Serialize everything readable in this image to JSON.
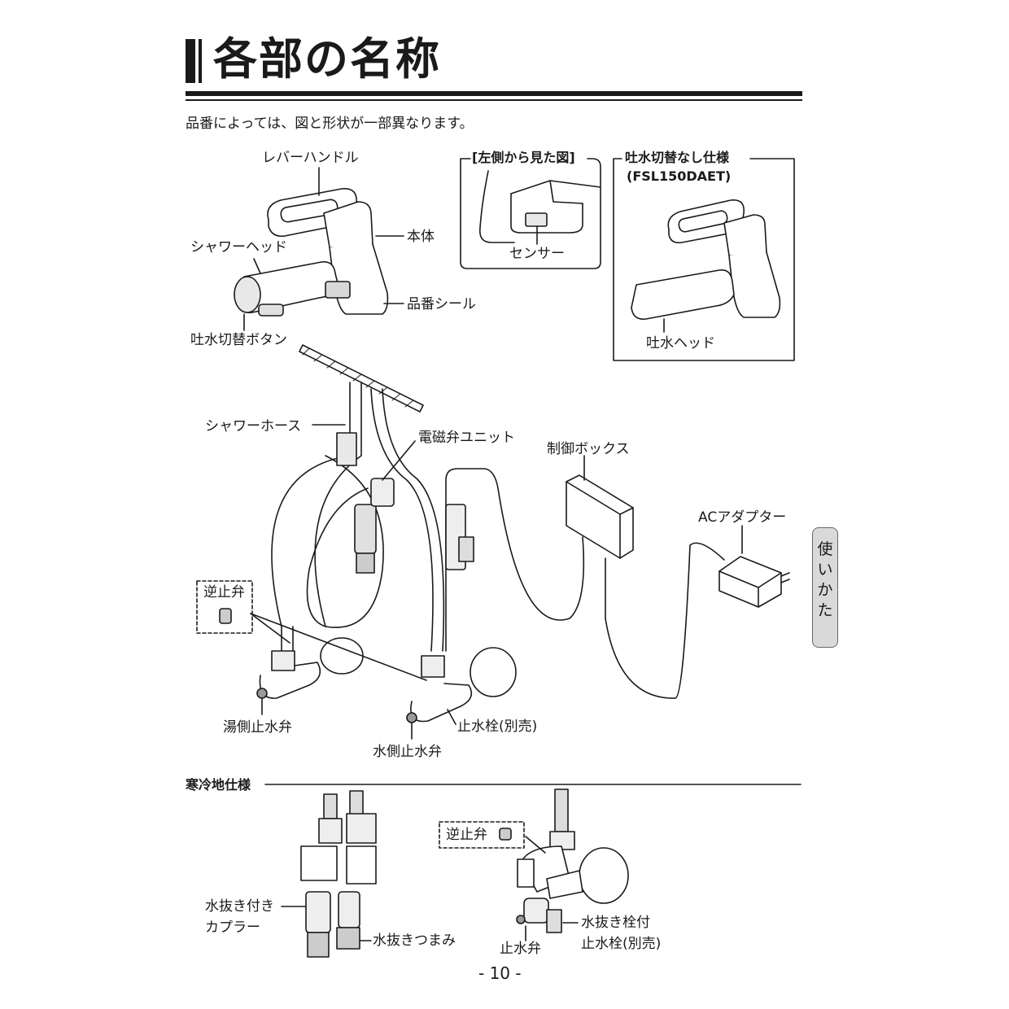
{
  "page": {
    "title": "各部の名称",
    "note": "品番によっては、図と形状が一部異なります。",
    "side_tab": "使いかた",
    "page_number": "- 10 -"
  },
  "main_faucet": {
    "lever_handle": "レバーハンドル",
    "body": "本体",
    "shower_head": "シャワーヘッド",
    "serial_seal": "品番シール",
    "switch_button": "吐水切替ボタン"
  },
  "side_view": {
    "heading": "[左側から見た図]",
    "sensor": "センサー"
  },
  "no_switch_spec": {
    "heading": "吐水切替なし仕様",
    "model": "(FSL150DAET)",
    "spout_head": "吐水ヘッド"
  },
  "under_sink": {
    "shower_hose": "シャワーホース",
    "solenoid_unit": "電磁弁ユニット",
    "control_box": "制御ボックス",
    "ac_adapter": "ACアダプター",
    "check_valve": "逆止弁",
    "hot_stop_valve": "湯側止水弁",
    "water_stop_valve": "水側止水弁",
    "stop_cock": "止水栓(別売)"
  },
  "cold_region": {
    "heading": "寒冷地仕様",
    "drain_coupler_1": "水抜き付き",
    "drain_coupler_2": "カプラー",
    "drain_knob": "水抜きつまみ",
    "check_valve": "逆止弁",
    "stop_valve": "止水弁",
    "drain_cock_1": "水抜き栓付",
    "drain_cock_2": "止水栓(別売)"
  }
}
